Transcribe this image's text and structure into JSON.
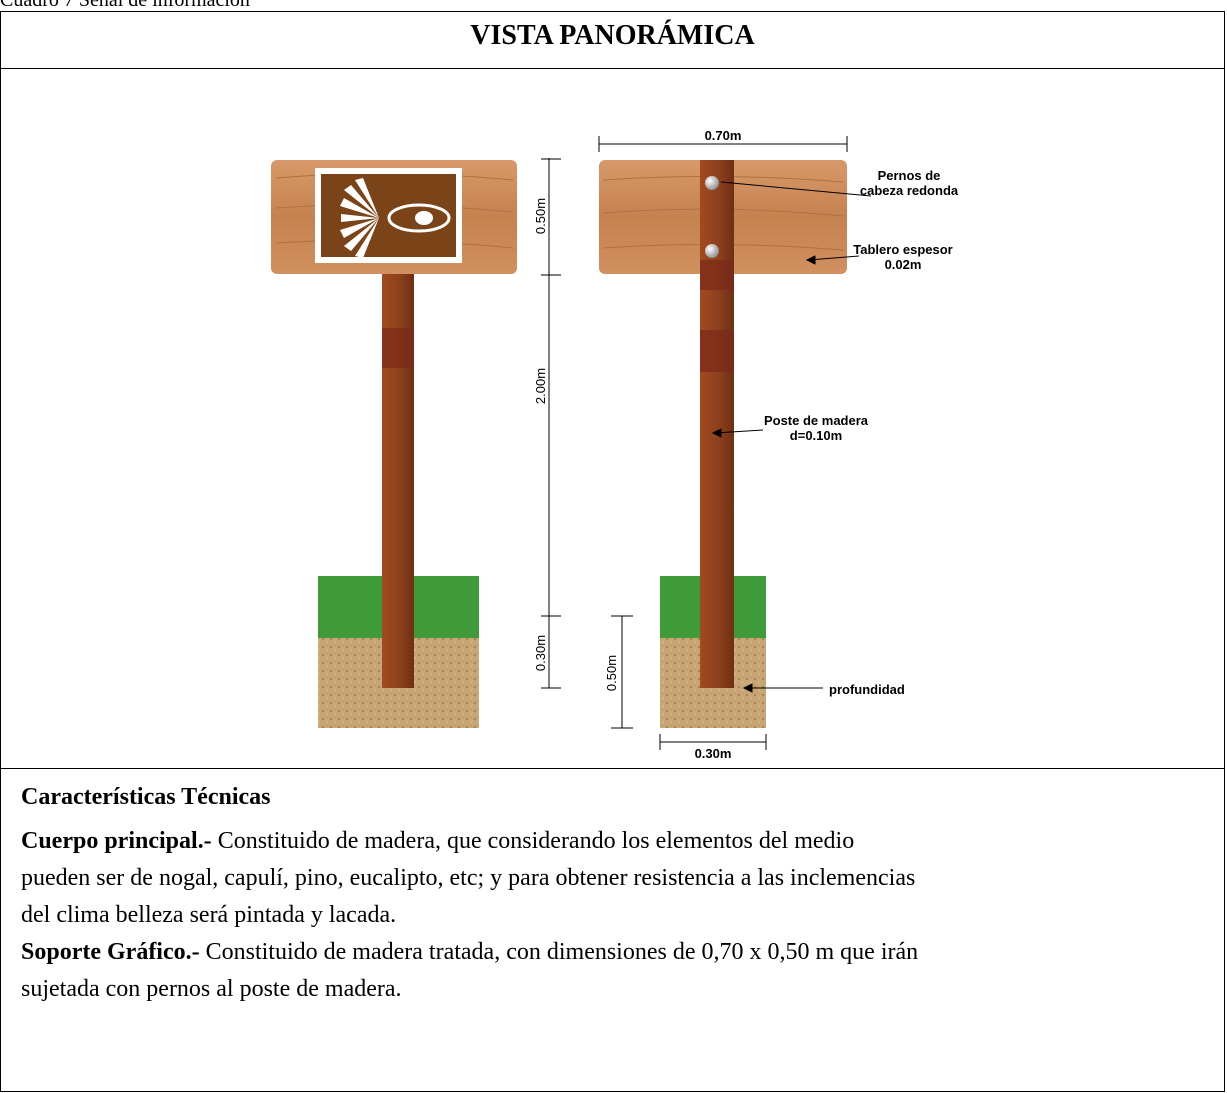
{
  "caption": "Cuadro 7 Señal de información",
  "title": "VISTA PANORÁMICA",
  "drawing": {
    "dim_width": "0.70m",
    "dim_board_height": "0.50m",
    "dim_post_height": "2.00m",
    "dim_buried": "0.30m",
    "dim_base_height": "0.50m",
    "dim_base_width": "0.30m",
    "label_bolts_1": "Pernos de",
    "label_bolts_2": "cabeza redonda",
    "label_board_1": "Tablero espesor",
    "label_board_2": "0.02m",
    "label_post_1": "Poste de madera",
    "label_post_2": "d=0.10m",
    "label_depth": "profundidad",
    "sign_icon": "sun-eye-icon"
  },
  "section_heading": "Características Técnicas",
  "paragraphs": [
    {
      "lead": "Cuerpo principal.-",
      "lines": [
        "Constituido de madera, que considerando los elementos del medio",
        "pueden ser de nogal, capulí, pino, eucalipto, etc; y para obtener resistencia a las inclemencias",
        "del clima belleza será pintada y lacada."
      ]
    },
    {
      "lead": "Soporte Gráfico.-",
      "lines": [
        "Constituido de madera tratada, con dimensiones de 0,70 x 0,50 m que irán",
        "sujetada con pernos al poste de madera."
      ]
    }
  ],
  "colors": {
    "wood": "#c98654",
    "post": "#8a3f1c",
    "sign_bg": "#7a4418",
    "grass": "#3f9a3a",
    "soil": "#c7a574"
  }
}
